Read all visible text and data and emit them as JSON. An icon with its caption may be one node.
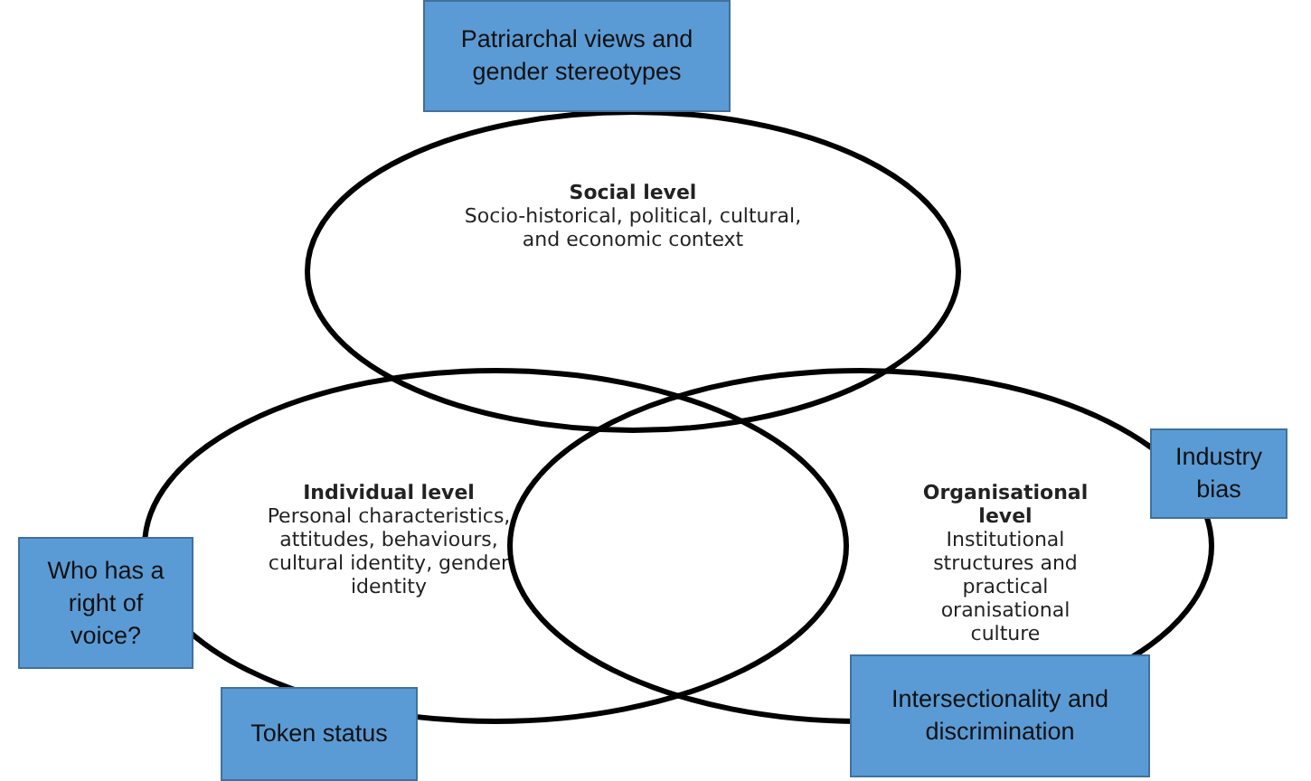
{
  "diagram": {
    "nodes": [
      {
        "text": [
          "Patriarchal views and gender stereotypes"
        ]
      },
      {
        "text": [
          "Social level",
          "Socio-historical, political, cultural, and economic context"
        ]
      },
      {
        "text": [
          "Industry bias"
        ]
      },
      {
        "text": [
          "Individual level",
          "Personal characteristics, attitudes, behaviours, cultural identity, gender identity"
        ]
      },
      {
        "text": [
          "Organisational level",
          "Institutional structures and practical oranisational culture"
        ]
      },
      {
        "text": [
          "Who has a right of voice?"
        ]
      },
      {
        "text": [
          "Intersectionality and discrimination"
        ]
      },
      {
        "text": [
          "Token status"
        ]
      }
    ]
  }
}
